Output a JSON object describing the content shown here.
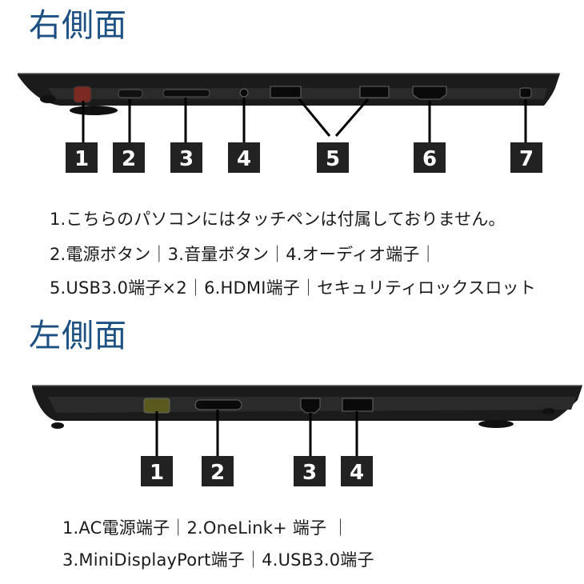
{
  "right_side": {
    "heading": "右側面",
    "callouts": [
      "1",
      "2",
      "3",
      "4",
      "5",
      "6",
      "7"
    ],
    "lines": [
      "1.こちらのパソコンにはタッチペンは付属しておりません。",
      "2.電源ボタン｜3.音量ボタン｜4.オーディオ端子｜",
      "5.USB3.0端子×2｜6.HDMI端子｜セキュリティロックスロット"
    ]
  },
  "left_side": {
    "heading": "左側面",
    "callouts": [
      "1",
      "2",
      "3",
      "4"
    ],
    "lines": [
      "1.AC電源端子｜2.OneLink+ 端子 ｜",
      "3.MiniDisplayPort端子｜4.USB3.0端子"
    ]
  }
}
